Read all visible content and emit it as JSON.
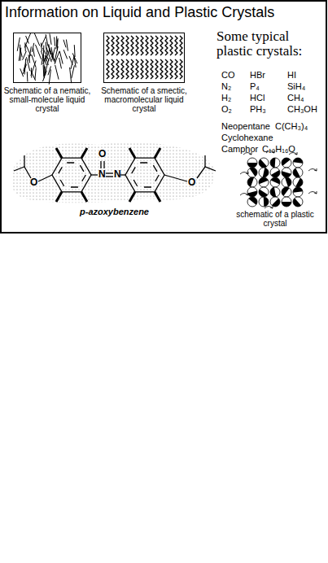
{
  "diagram": {
    "title": "Information on Liquid and Plastic Crystals",
    "nodes": [
      {
        "text": [
          "Schematic of a nematic, small-molecule liquid crystal"
        ]
      },
      {
        "text": [
          "Schematic of a smectic, macromolecular liquid crystal"
        ]
      }
    ],
    "labels": [
      "Some typical plastic crystals:",
      "CO",
      "HBr",
      "HI",
      "N₂",
      "P₄",
      "SiH₄",
      "H₂",
      "HCl",
      "CH₄",
      "O₂",
      "PH₃",
      "CH₃OH",
      "Neopentane",
      "C(CH₃)₄",
      "Cyclohexane",
      "Camphor",
      "C₁₀H₁₆O",
      "O",
      "N",
      "N",
      "O",
      "O",
      "p-azoxybenzene",
      "schematic of a plastic crystal"
    ]
  }
}
